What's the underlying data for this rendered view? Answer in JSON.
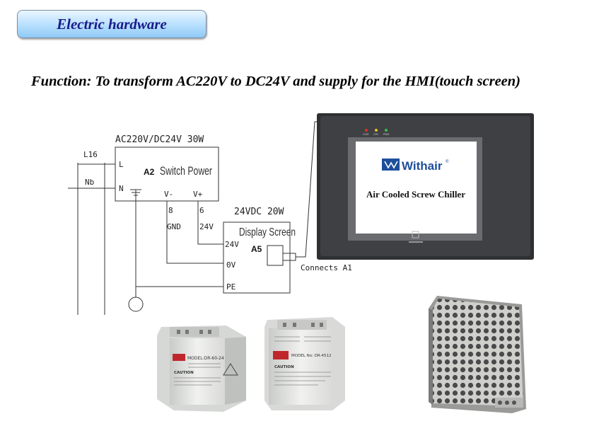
{
  "header": {
    "badge_label": "Electric hardware"
  },
  "heading": "Function: To transform AC220V to DC24V and supply for the HMI(touch screen)",
  "schematic": {
    "line_labels": [
      "L16",
      "Nb"
    ],
    "switch_power": {
      "rating": "AC220V/DC24V 30W",
      "ref": "A2",
      "name": "Switch Power",
      "terminals": [
        "L",
        "N",
        "V-",
        "V+"
      ],
      "wire_numbers": [
        "8",
        "6"
      ],
      "wire_signals": [
        "GND",
        "24V"
      ]
    },
    "display": {
      "rating": "24VDC 20W",
      "name": "Display Screen",
      "ref": "A5",
      "terminals": [
        "24V",
        "0V",
        "PE"
      ]
    },
    "connects_label": "Connects A1"
  },
  "hmi": {
    "brand": "Withair",
    "brand_mark": "®",
    "subtitle": "Air Cooled Screw Chiller",
    "leds": [
      "COM",
      "CPU",
      "PWR"
    ],
    "colors": {
      "bezel": "#3b3c3f",
      "screen": "#ffffff",
      "brand_blue": "#1d4f9a"
    }
  },
  "products": {
    "psu1_label": "MODEL:DR-60-24",
    "psu2_label": "MODEL No: DR-4512",
    "caution": "CAUTION"
  }
}
